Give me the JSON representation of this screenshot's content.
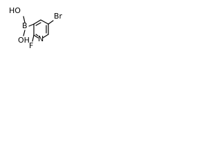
{
  "molecule": {
    "atoms": {
      "br": "Br",
      "ho": "HO",
      "b": "B",
      "oh": "OH",
      "n": "N",
      "f": "F"
    },
    "colors": {
      "bond": "#000000",
      "text": "#000000"
    }
  }
}
